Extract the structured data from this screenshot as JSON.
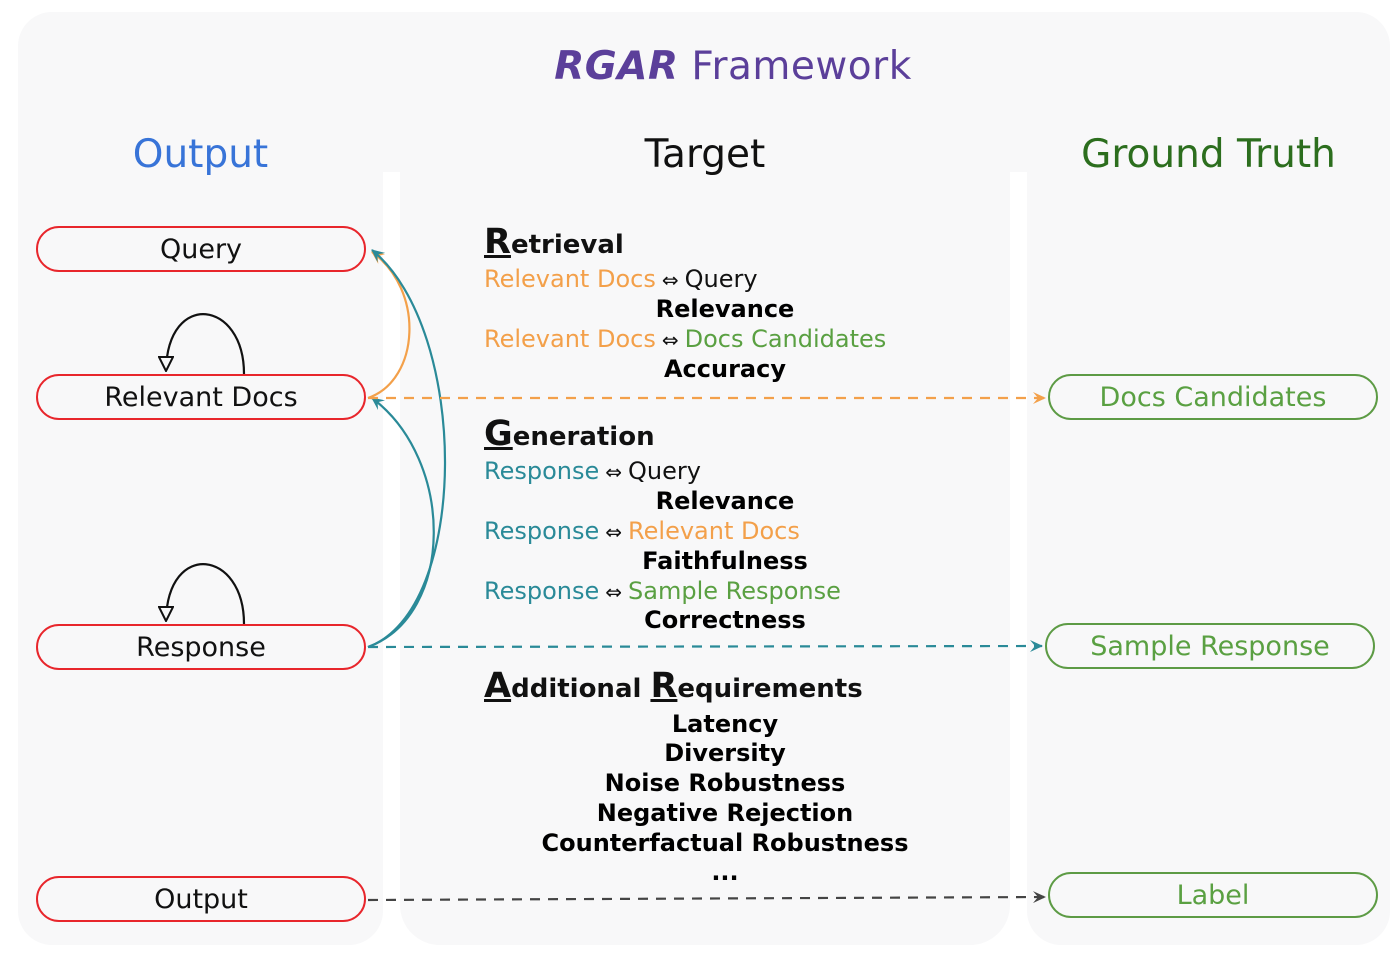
{
  "title": {
    "bold_part": "RGAR",
    "rest": "Framework"
  },
  "columns": {
    "output": "Output",
    "target": "Target",
    "ground_truth": "Ground Truth"
  },
  "output_nodes": {
    "query": "Query",
    "relevant_docs": "Relevant Docs",
    "response": "Response",
    "output": "Output"
  },
  "ground_truth_nodes": {
    "docs_candidates": "Docs Candidates",
    "sample_response": "Sample Response",
    "label": "Label"
  },
  "retrieval": {
    "cap": "R",
    "rest": "etrieval",
    "pair1": {
      "left": "Relevant Docs",
      "arrow": "⇔",
      "right": "Query",
      "metric": "Relevance"
    },
    "pair2": {
      "left": "Relevant Docs",
      "arrow": "⇔",
      "right": "Docs Candidates",
      "metric": "Accuracy"
    }
  },
  "generation": {
    "cap": "G",
    "rest": "eneration",
    "pair1": {
      "left": "Response",
      "arrow": "⇔",
      "right": "Query",
      "metric": "Relevance"
    },
    "pair2": {
      "left": "Response",
      "arrow": "⇔",
      "right": "Relevant Docs",
      "metric": "Faithfulness"
    },
    "pair3": {
      "left": "Response",
      "arrow": "⇔",
      "right": "Sample Response",
      "metric": "Correctness"
    }
  },
  "additional": {
    "cap1": "A",
    "rest1": "dditional ",
    "cap2": "R",
    "rest2": "equirements",
    "items": [
      "Latency",
      "Diversity",
      "Noise Robustness",
      "Negative Rejection",
      "Counterfactual Robustness",
      "..."
    ]
  },
  "colors": {
    "title": "#5b3f9a",
    "output_head": "#3874d8",
    "ground_truth_head": "#2c6e1e",
    "output_border": "#e8262c",
    "gt_border": "#5d9b45",
    "retrieval_edge": "#f3a04a",
    "generation_edge": "#2a8a98",
    "label_edge": "#444444"
  }
}
